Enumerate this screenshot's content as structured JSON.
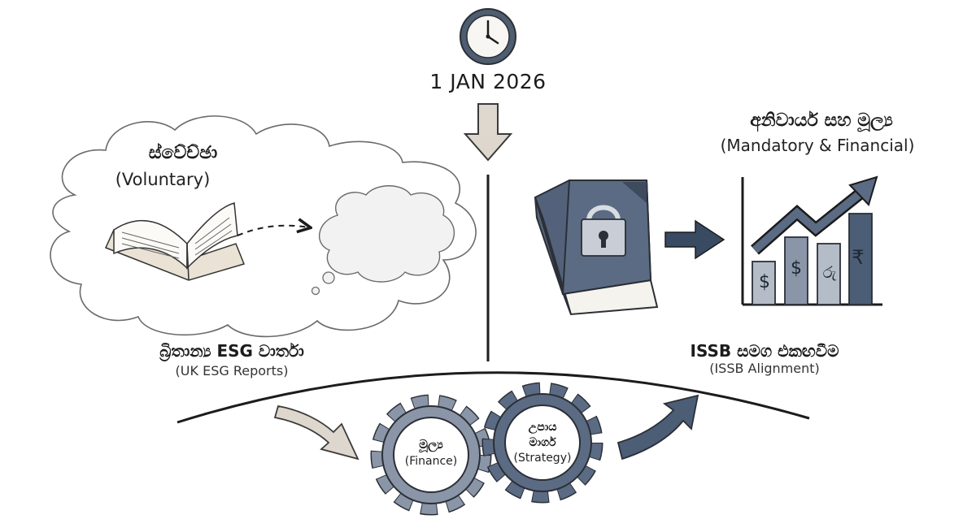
{
  "header": {
    "date": "1 JAN 2026"
  },
  "voluntary": {
    "title_si": "ස්වේච්ඡා",
    "title_en": "(Voluntary)"
  },
  "mandatory": {
    "title_si": "අනිවාර්ය සහ මූල්‍ය",
    "title_en": "(Mandatory & Financial)"
  },
  "uk_reports": {
    "title_si": "බ්‍රිතාන්‍ය ESG වාර්තා",
    "title_en": "(UK ESG Reports)"
  },
  "issb": {
    "title_si": "ISSB සමග එකඟවීම",
    "title_en": "(ISSB Alignment)"
  },
  "gears": {
    "finance_si": "මූල්‍ය",
    "finance_en": "(Finance)",
    "strategy_si_line1": "උපාය",
    "strategy_si_line2": "මාර්ග",
    "strategy_en": "(Strategy)"
  },
  "chart_symbols": [
    "$",
    "$",
    "රු",
    "₹"
  ],
  "icons": {
    "clock": "clock-icon",
    "down_arrow": "down-arrow-icon",
    "open_book": "open-book-icon",
    "dashed_arrow": "dashed-arrow-icon",
    "thought_cloud": "thought-cloud-icon",
    "locked_book": "locked-book-icon",
    "right_arrow": "right-arrow-icon",
    "growth_chart": "growth-chart-icon",
    "gear": "gear-icon",
    "curved_arrow": "curved-arrow-icon"
  },
  "colors": {
    "ink": "#1c1c1c",
    "slate_dark": "#4c5d76",
    "slate_mid": "#8a96a8",
    "slate_light": "#b4bcc8",
    "beige": "#ded7cd",
    "cloud_fill": "#fafafa"
  }
}
